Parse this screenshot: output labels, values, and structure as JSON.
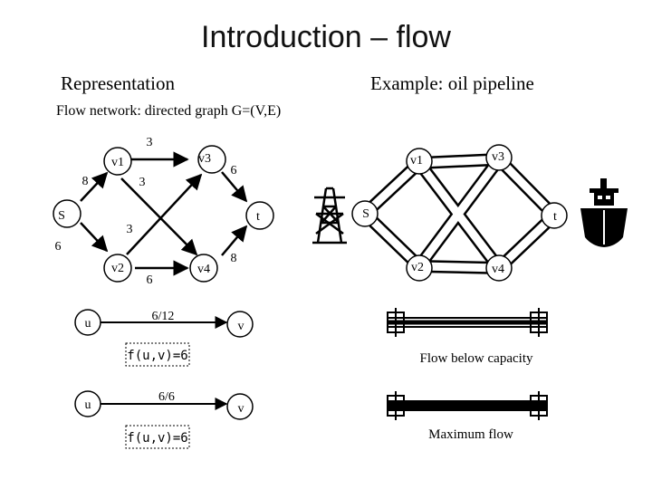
{
  "title": "Introduction – flow",
  "left_heading": "Representation",
  "right_heading": "Example: oil pipeline",
  "subheading": "Flow network: directed graph G=(V,E)",
  "graph": {
    "nodes": {
      "s": "S",
      "v1": "v1",
      "v2": "v2",
      "v3": "v3",
      "v4": "v4",
      "t": "t"
    },
    "capacities": {
      "s_v1": "8",
      "s_v2": "6",
      "v1_v3": "3",
      "v1_v4": "3",
      "v2_v3": "3",
      "v2_v4": "6",
      "v3_t": "6",
      "v4_t": "8"
    }
  },
  "pipeline": {
    "nodes": {
      "s": "S",
      "v1": "v1",
      "v2": "v2",
      "v3": "v3",
      "v4": "v4",
      "t": "t"
    }
  },
  "edge_examples": [
    {
      "from": "u",
      "to": "v",
      "capacity_label": "6/12",
      "flow_label": "f(u,v)=6",
      "caption": "Flow below capacity"
    },
    {
      "from": "u",
      "to": "v",
      "capacity_label": "6/6",
      "flow_label": "f(u,v)=6",
      "caption": "Maximum flow"
    }
  ]
}
